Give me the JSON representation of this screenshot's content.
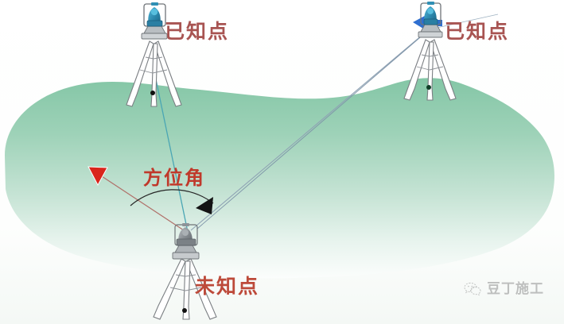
{
  "diagram": {
    "title_visible": false,
    "background_color": "#ffffff",
    "terrain": {
      "name": "hill-terrain",
      "fill_top": "#8cc9ac",
      "fill_bottom": "#f4faf6"
    },
    "labels": [
      {
        "id": "known-left",
        "text": "已知点",
        "color": "#a85452"
      },
      {
        "id": "known-right",
        "text": "已知点",
        "color": "#a85452"
      },
      {
        "id": "azimuth",
        "text": "方位角",
        "color": "#c0392b"
      },
      {
        "id": "unknown",
        "text": "未知点",
        "color": "#bd4a3a"
      }
    ],
    "stations": [
      {
        "id": "known-left-station",
        "kind": "theodolite",
        "head_color": "#2f86a6",
        "label": "已知点"
      },
      {
        "id": "known-right-station",
        "kind": "theodolite",
        "head_color": "#2f86a6",
        "label": "已知点"
      },
      {
        "id": "unknown-station",
        "kind": "theodolite",
        "head_color": "#6e757a",
        "label": "未知点"
      }
    ],
    "sight_lines": [
      {
        "id": "sight-to-known-left",
        "color": "#49a9b5"
      },
      {
        "id": "sight-to-known-right",
        "color": "#6f8aa0"
      },
      {
        "id": "reference-north-ray",
        "color": "#b06a63"
      }
    ],
    "arrows": [
      {
        "id": "reference-direction-arrow",
        "color": "#d42a2a",
        "direction": "down-left"
      },
      {
        "id": "azimuth-sweep-arrow",
        "color": "#111111",
        "direction": "down-left"
      },
      {
        "id": "pointer-arrow-right",
        "color": "#2f6fd0",
        "direction": "right"
      }
    ],
    "azimuth_arc": {
      "id": "azimuth-arc",
      "color": "#2a2a2a"
    }
  },
  "watermark": {
    "icon": "wechat-icon",
    "text": "豆丁施工"
  }
}
